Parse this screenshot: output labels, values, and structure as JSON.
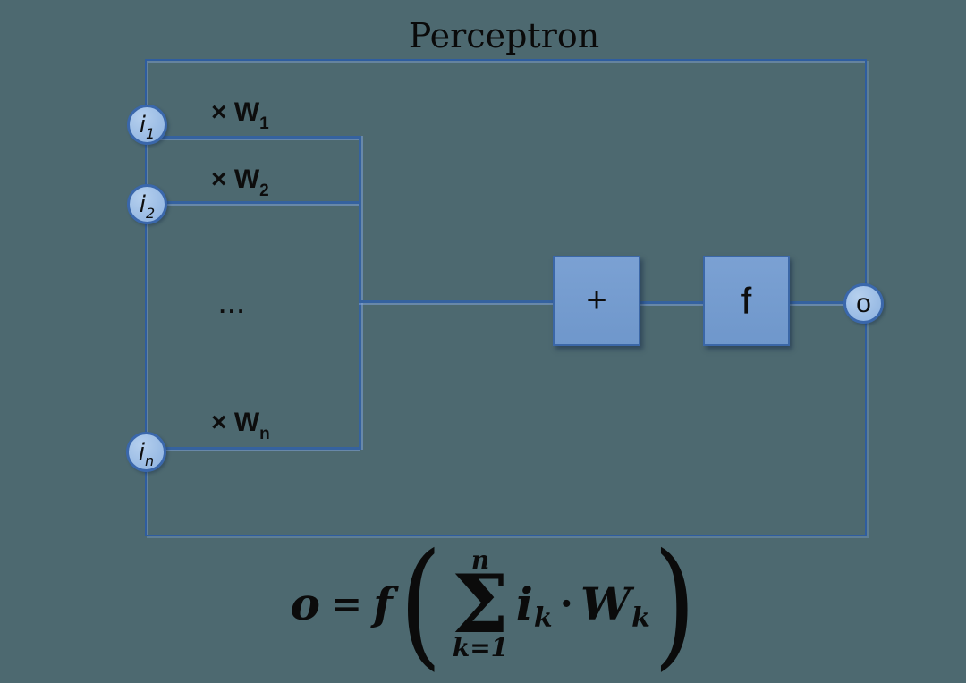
{
  "title": "Perceptron",
  "inputs": [
    {
      "symbol": "i",
      "subscript": "1"
    },
    {
      "symbol": "i",
      "subscript": "2"
    },
    {
      "symbol": "i",
      "subscript": "n"
    }
  ],
  "weights": [
    {
      "prefix": "× W",
      "subscript": "1"
    },
    {
      "prefix": "× W",
      "subscript": "2"
    },
    {
      "prefix": "× W",
      "subscript": "n"
    }
  ],
  "ellipsis": "...",
  "boxes": {
    "sum_label": "+",
    "activation_label": "f"
  },
  "output": {
    "symbol": "o"
  },
  "formula": {
    "lhs": "o",
    "equals": "=",
    "function": "f",
    "left_paren": "(",
    "right_paren": ")",
    "sum_upper": "n",
    "sum_symbol": "Σ",
    "sum_lower": "k=1",
    "term1_symbol": "i",
    "term1_subscript": "k",
    "operator": "·",
    "term2_symbol": "W",
    "term2_subscript": "k"
  },
  "colors": {
    "background": "#4d6970",
    "connector": "#35629f",
    "box_fill": "#739bce",
    "box_border": "#3b67a7",
    "node_fill": "#a6c4e8",
    "node_border": "#3a67ab",
    "text": "#0d0d0d"
  }
}
